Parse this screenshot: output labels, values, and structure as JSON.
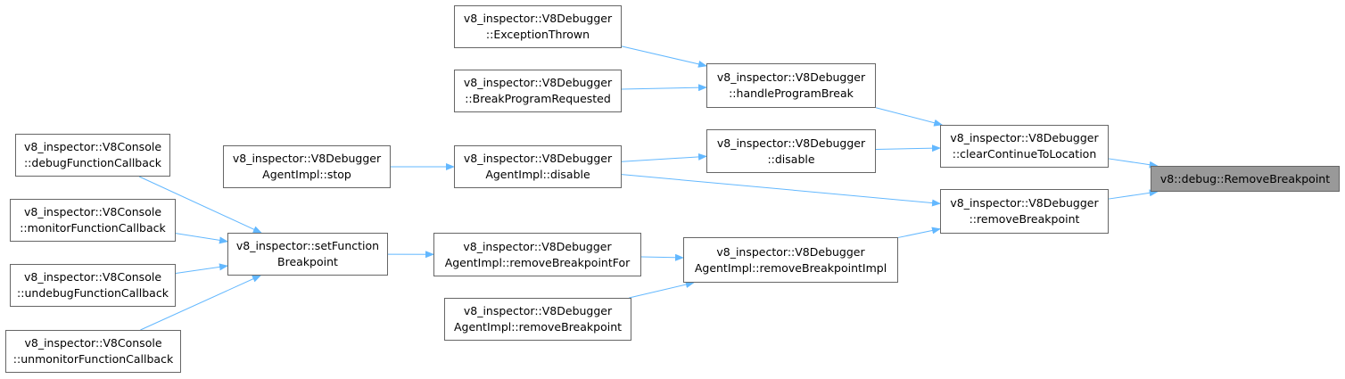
{
  "graph": {
    "colors": {
      "edge": "#63b8ff",
      "node_border": "#666666",
      "root_fill": "#999999"
    },
    "nodes": {
      "exc": {
        "l1": "v8_inspector::V8Debugger",
        "l2": "::ExceptionThrown"
      },
      "bpr": {
        "l1": "v8_inspector::V8Debugger",
        "l2": "::BreakProgramRequested"
      },
      "hpb": {
        "l1": "v8_inspector::V8Debugger",
        "l2": "::handleProgramBreak"
      },
      "dis": {
        "l1": "v8_inspector::V8Debugger",
        "l2": "::disable"
      },
      "cctl": {
        "l1": "v8_inspector::V8Debugger",
        "l2": "::clearContinueToLocation"
      },
      "rb": {
        "l1": "v8_inspector::V8Debugger",
        "l2": "::removeBreakpoint"
      },
      "root": {
        "l1": "v8::debug::RemoveBreakpoint"
      },
      "stop": {
        "l1": "v8_inspector::V8Debugger",
        "l2": "AgentImpl::stop"
      },
      "adis": {
        "l1": "v8_inspector::V8Debugger",
        "l2": "AgentImpl::disable"
      },
      "dbg": {
        "l1": "v8_inspector::V8Console",
        "l2": "::debugFunctionCallback"
      },
      "mon": {
        "l1": "v8_inspector::V8Console",
        "l2": "::monitorFunctionCallback"
      },
      "undbg": {
        "l1": "v8_inspector::V8Console",
        "l2": "::undebugFunctionCallback"
      },
      "unmon": {
        "l1": "v8_inspector::V8Console",
        "l2": "::unmonitorFunctionCallback"
      },
      "sfb": {
        "l1": "v8_inspector::setFunction",
        "l2": "Breakpoint"
      },
      "rbf": {
        "l1": "v8_inspector::V8Debugger",
        "l2": "AgentImpl::removeBreakpointFor"
      },
      "rbi": {
        "l1": "v8_inspector::V8Debugger",
        "l2": "AgentImpl::removeBreakpointImpl"
      },
      "arb": {
        "l1": "v8_inspector::V8Debugger",
        "l2": "AgentImpl::removeBreakpoint"
      }
    },
    "edges": [
      [
        "exc",
        "hpb"
      ],
      [
        "bpr",
        "hpb"
      ],
      [
        "hpb",
        "cctl"
      ],
      [
        "dis",
        "cctl"
      ],
      [
        "cctl",
        "root"
      ],
      [
        "rb",
        "root"
      ],
      [
        "adis",
        "dis"
      ],
      [
        "adis",
        "rb"
      ],
      [
        "stop",
        "adis"
      ],
      [
        "dbg",
        "sfb"
      ],
      [
        "mon",
        "sfb"
      ],
      [
        "undbg",
        "sfb"
      ],
      [
        "unmon",
        "sfb"
      ],
      [
        "sfb",
        "rbf"
      ],
      [
        "rbf",
        "rbi"
      ],
      [
        "arb",
        "rbi"
      ],
      [
        "rbi",
        "rb"
      ]
    ]
  }
}
